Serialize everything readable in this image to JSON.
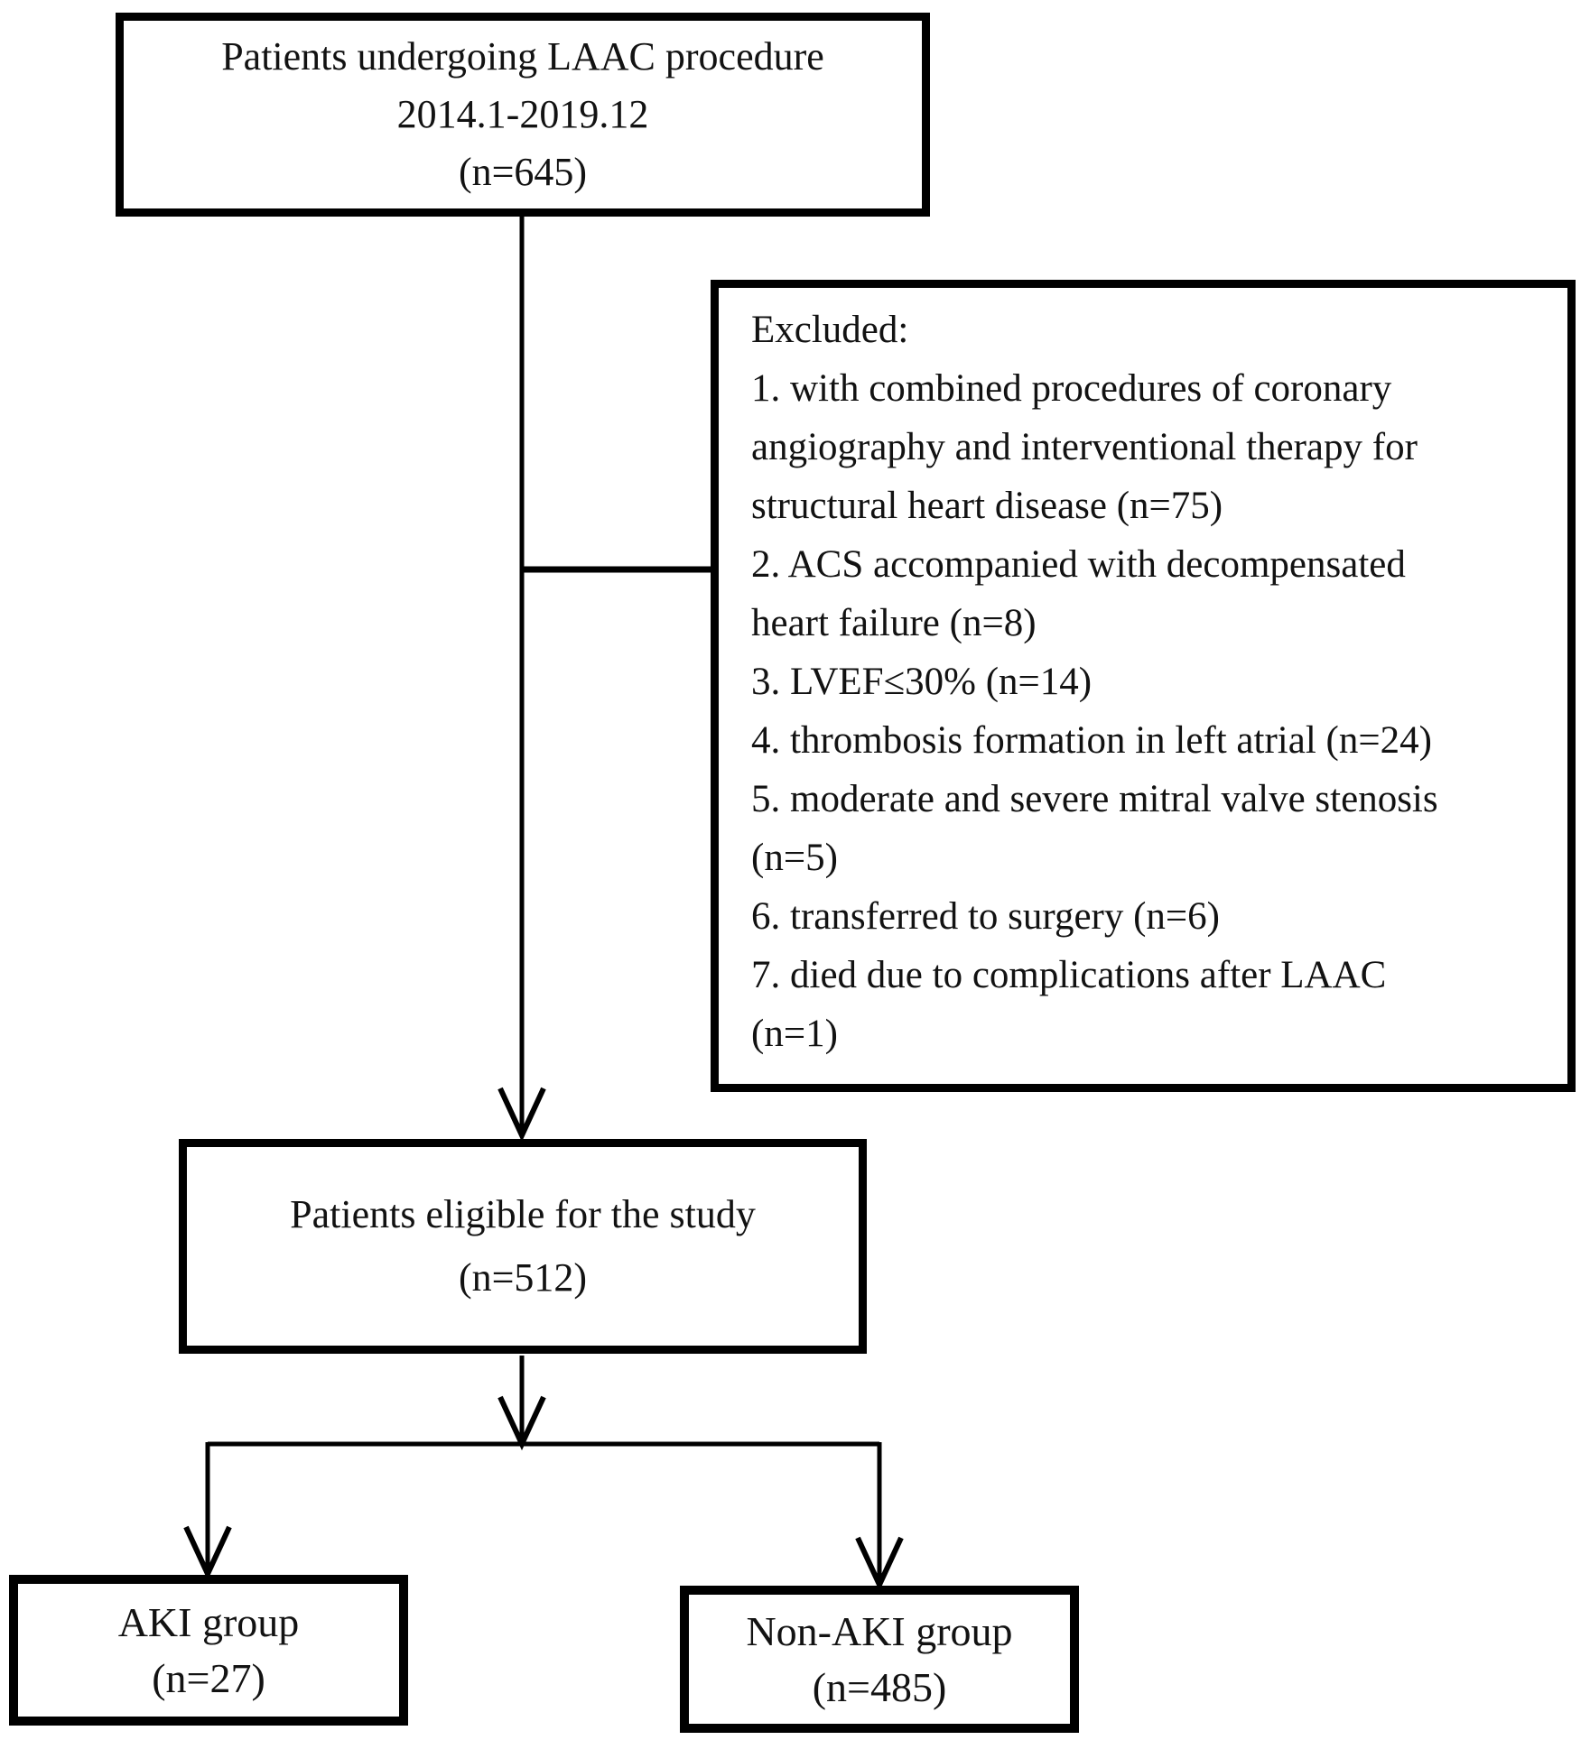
{
  "figure": {
    "background": "#ffffff",
    "stroke_color": "#000000",
    "description": "Patient selection flowchart"
  },
  "top_box": {
    "line1": "Patients undergoing LAAC procedure",
    "line2": "2014.1-2019.12",
    "line3": "(n=645)"
  },
  "excluded_box": {
    "lines": [
      "Excluded:",
      "1. with combined procedures of coronary",
      "angiography and interventional therapy for",
      "structural heart disease (n=75)",
      "2. ACS accompanied with decompensated",
      "heart failure (n=8)",
      "3. LVEF≤30% (n=14)",
      "4. thrombosis formation in left atrial (n=24)",
      "5. moderate and severe mitral valve stenosis",
      "(n=5)",
      "6. transferred to surgery (n=6)",
      "7. died due to complications after LAAC",
      "(n=1)"
    ]
  },
  "eligible_box": {
    "line1": "Patients eligible for the study",
    "line2": "(n=512)"
  },
  "aki_box": {
    "line1": "AKI group",
    "line2": "(n=27)"
  },
  "non_aki_box": {
    "line1": "Non-AKI group",
    "line2": "(n=485)"
  }
}
